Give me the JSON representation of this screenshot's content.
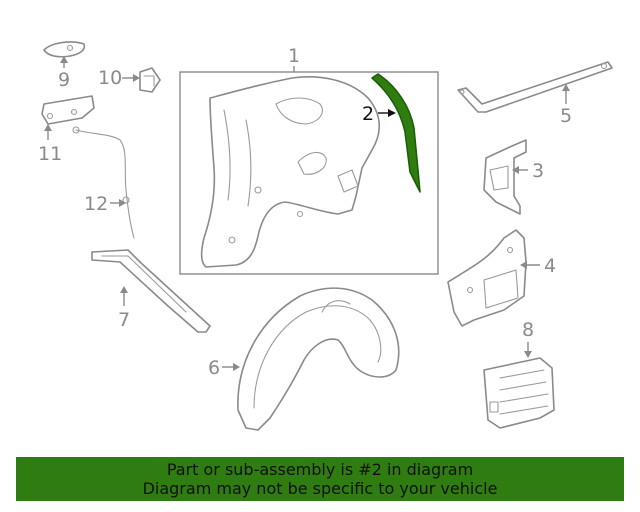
{
  "colors": {
    "highlight_fill": "#2f7d10",
    "highlight_stroke": "#1b5e05",
    "banner_bg": "#2f7d10",
    "line_gray": "#8a8a8a",
    "text_dark": "#111111"
  },
  "callouts": {
    "c1": "1",
    "c2": "2",
    "c3": "3",
    "c4": "4",
    "c5": "5",
    "c6": "6",
    "c7": "7",
    "c8": "8",
    "c9": "9",
    "c10": "10",
    "c11": "11",
    "c12": "12"
  },
  "highlighted_part": "2",
  "banner": {
    "line1": "Part or sub-assembly is #2 in diagram",
    "line2": "Diagram may not be specific to your vehicle"
  }
}
